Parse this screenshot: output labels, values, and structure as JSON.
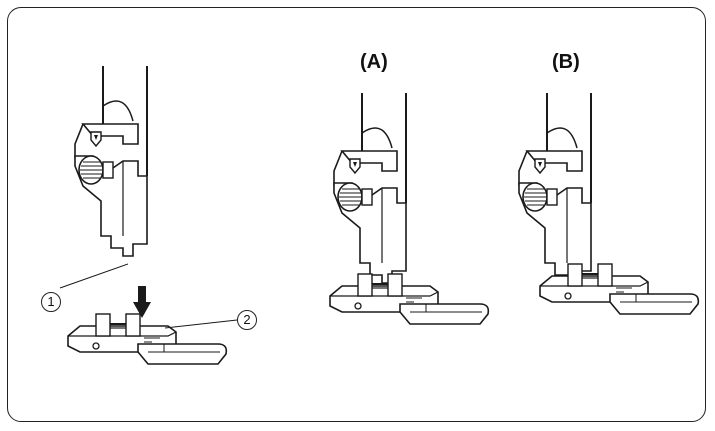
{
  "labels": {
    "view_a": "(A)",
    "view_b": "(B)"
  },
  "callouts": [
    {
      "number": "1",
      "target": "foot-holder-groove"
    },
    {
      "number": "2",
      "target": "presser-foot-pin"
    }
  ],
  "colors": {
    "line": "#1a1a1a",
    "fill": "#ffffff",
    "shade": "#d9d9d9"
  },
  "icons": [
    "press-down-arrow-icon"
  ]
}
